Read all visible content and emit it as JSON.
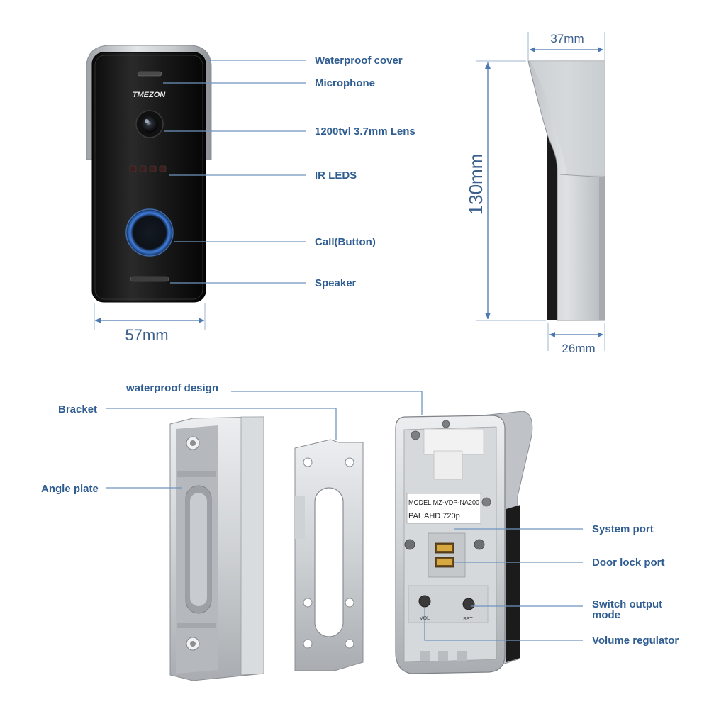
{
  "front_view": {
    "brand": "TMEZON",
    "width_label": "57mm",
    "callouts": {
      "waterproof_cover": "Waterproof cover",
      "microphone": "Microphone",
      "lens": "1200tvl 3.7mm Lens",
      "ir_leds": "IR LEDS",
      "call_button": "Call(Button)",
      "speaker": "Speaker"
    }
  },
  "side_view": {
    "height_label": "130mm",
    "top_depth_label": "37mm",
    "bottom_depth_label": "26mm"
  },
  "parts_view": {
    "callouts": {
      "waterproof_design": "waterproof design",
      "bracket": "Bracket",
      "angle_plate": "Angle plate",
      "system_port": "System port",
      "door_lock_port": "Door lock port",
      "switch_output_mode_line1": "Switch output",
      "switch_output_mode_line2": "mode",
      "volume_regulator": "Volume regulator"
    },
    "rear_label": {
      "model_line": "MODEL:MZ-VDP-NA200",
      "format_line": "PAL AHD  720p"
    },
    "rear_marks": {
      "vol": "VOL",
      "set": "SET"
    }
  },
  "colors": {
    "label_blue": "#2f5d91",
    "leader_blue": "#6f95bf",
    "panel_black": "#141414",
    "silver": "#c8cbcf",
    "button_glow": "#3f7fe0"
  }
}
